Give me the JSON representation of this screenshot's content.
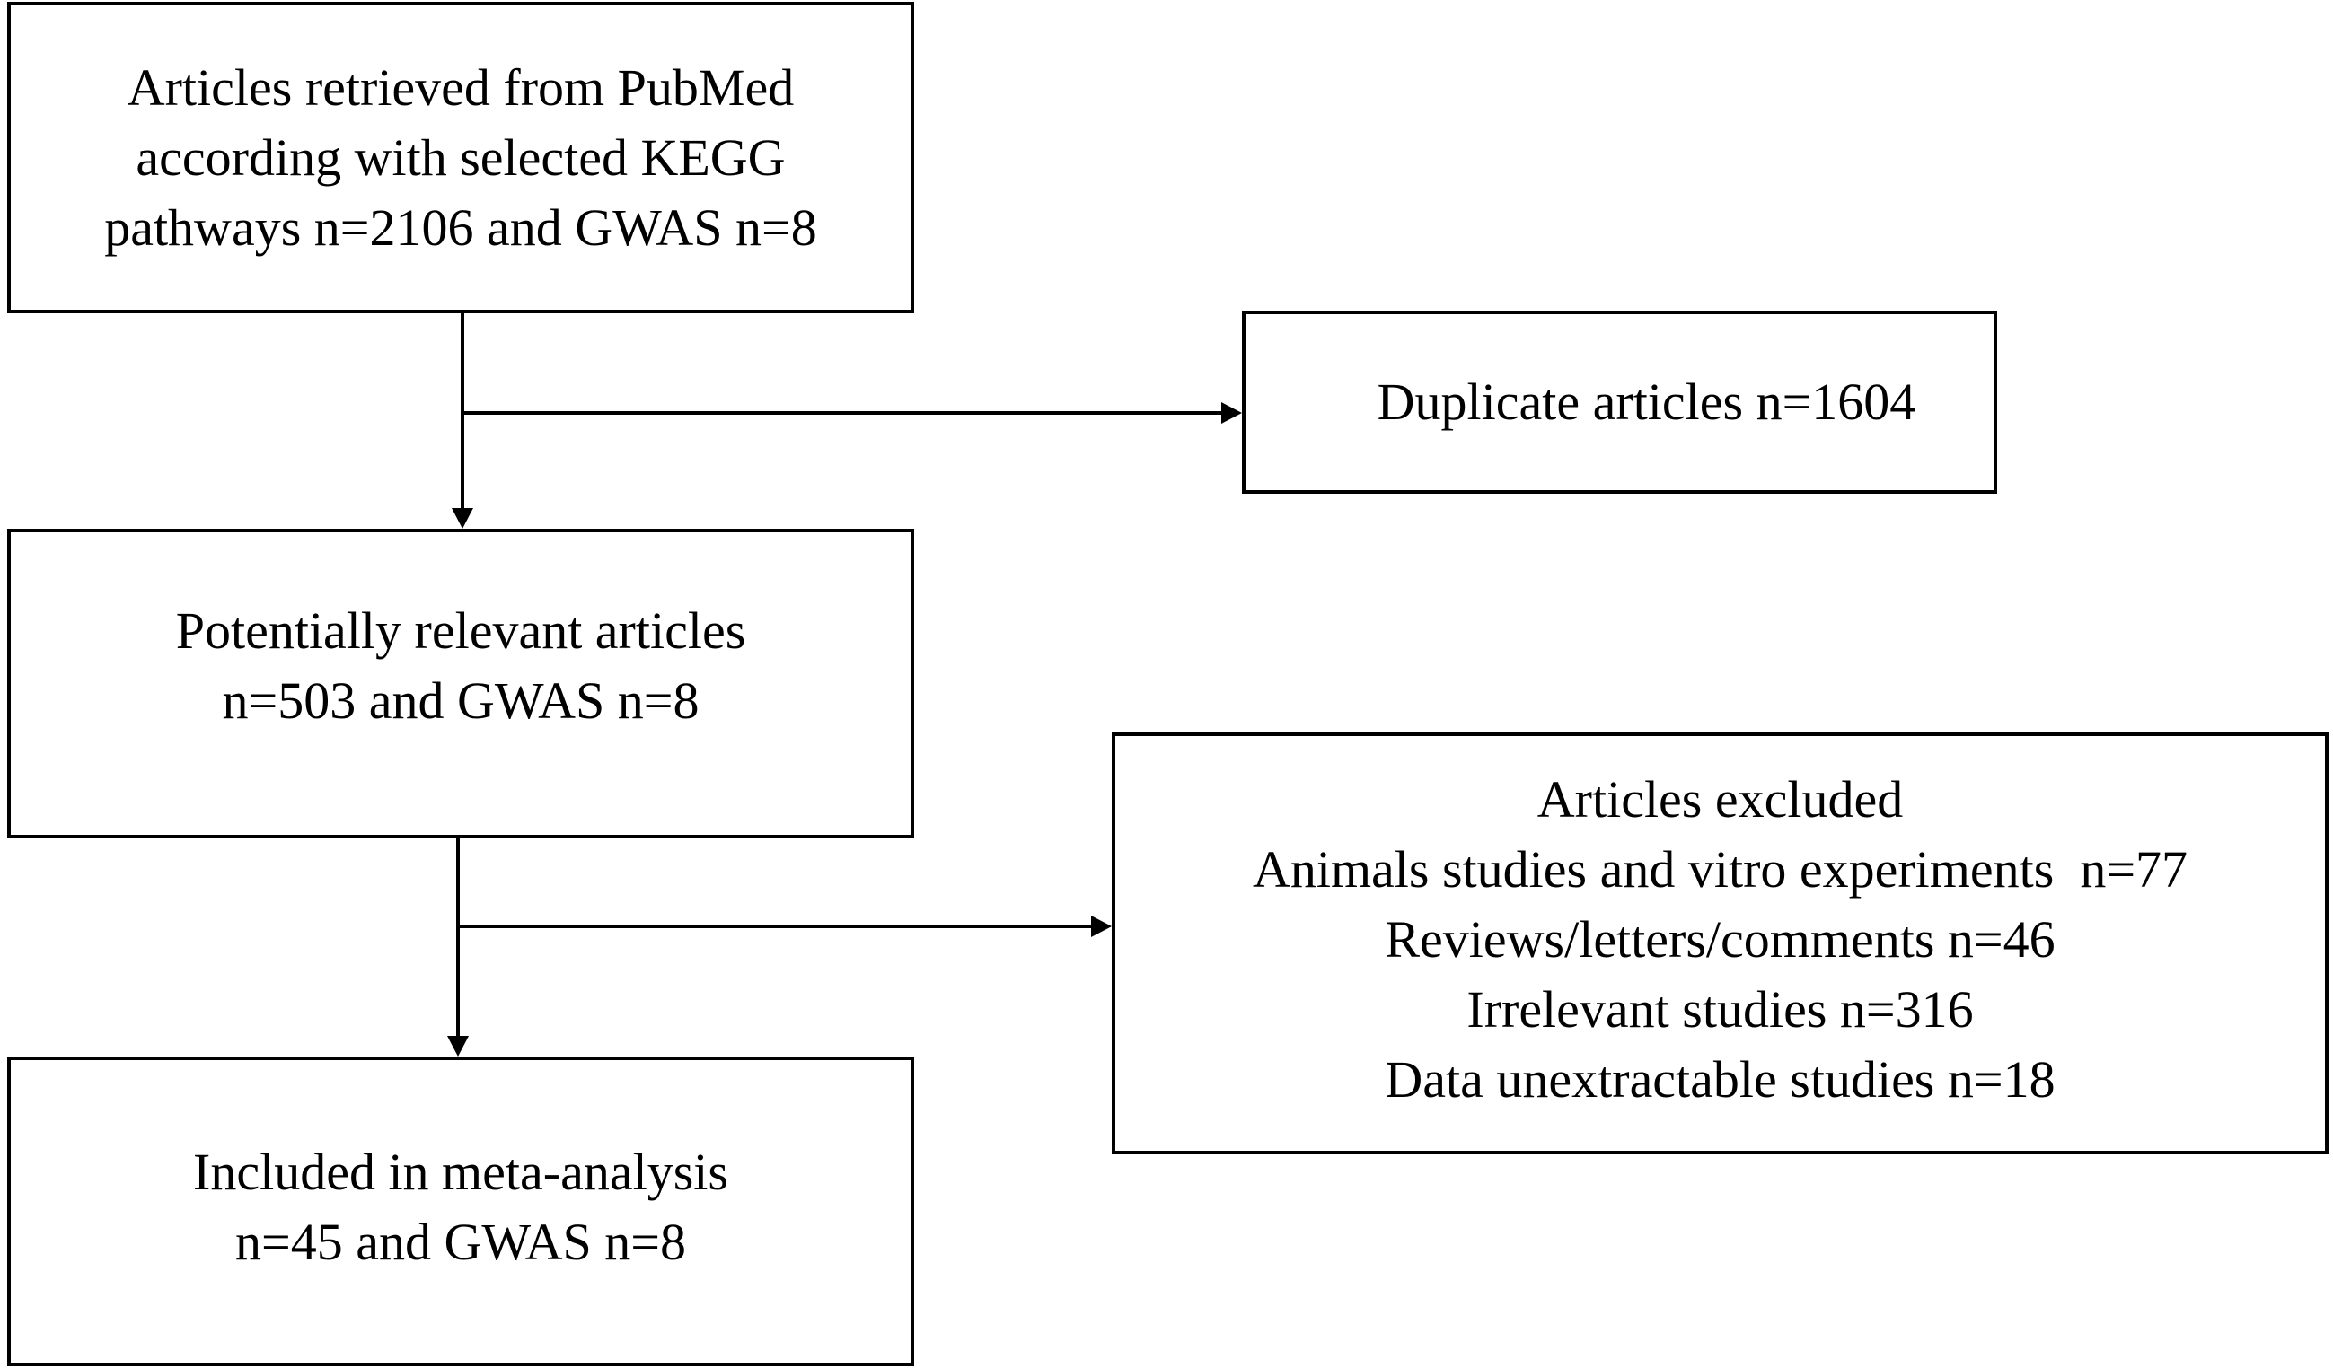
{
  "flowchart": {
    "retrieved": {
      "lines": [
        "Articles retrieved from PubMed",
        "according with selected KEGG",
        "pathways n=2106 and GWAS n=8"
      ]
    },
    "duplicate": {
      "lines": [
        "Duplicate articles n=1604"
      ]
    },
    "relevant": {
      "lines": [
        "Potentially relevant articles",
        "n=503 and GWAS n=8"
      ]
    },
    "excluded": {
      "lines": [
        "Articles excluded",
        "Animals studies and vitro experiments  n=77",
        "Reviews/letters/comments n=46",
        "Irrelevant studies n=316",
        "Data unextractable studies n=18"
      ]
    },
    "included": {
      "lines": [
        "Included in meta-analysis",
        "n=45 and GWAS n=8"
      ]
    }
  }
}
